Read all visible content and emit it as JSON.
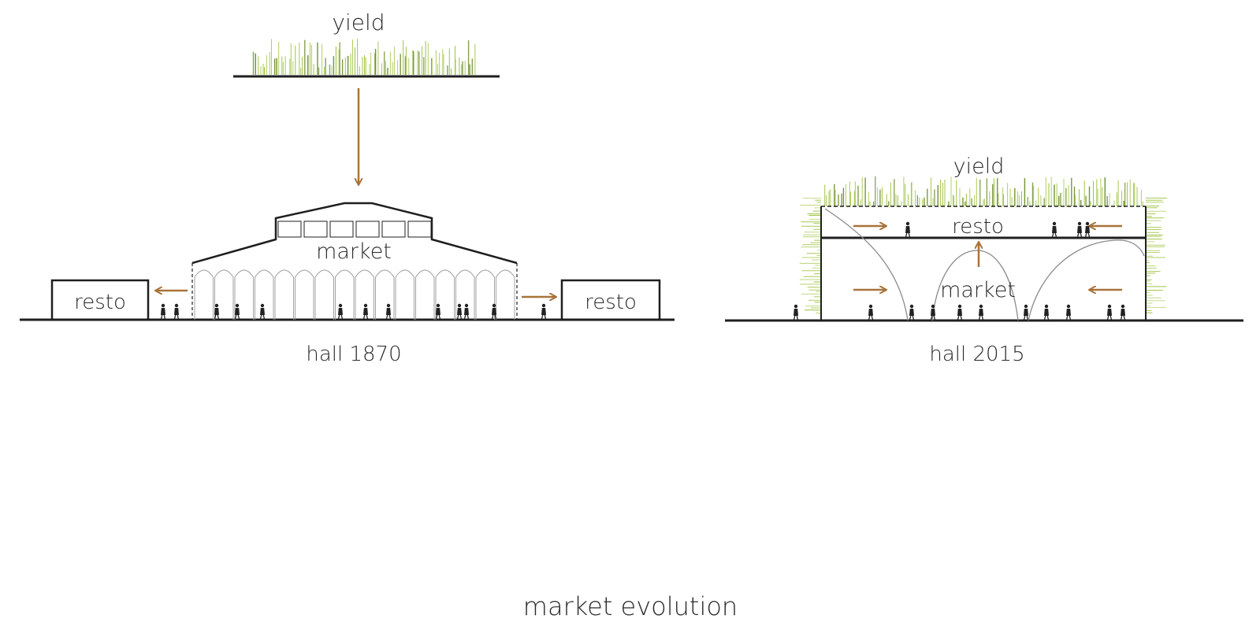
{
  "diagram": {
    "caption": "market evolution",
    "colors": {
      "line": "#1f1f1f",
      "arrow": "#a8733a",
      "plant": "#9cc23c",
      "plant_dark": "#6e8f2a",
      "curve": "#8a8a8a"
    }
  },
  "hall_1870": {
    "caption": "hall 1870",
    "yield_label": "yield",
    "market_label": "market",
    "resto_left_label": "resto",
    "resto_right_label": "resto"
  },
  "hall_2015": {
    "caption": "hall 2015",
    "yield_label": "yield",
    "resto_label": "resto",
    "market_label": "market"
  }
}
